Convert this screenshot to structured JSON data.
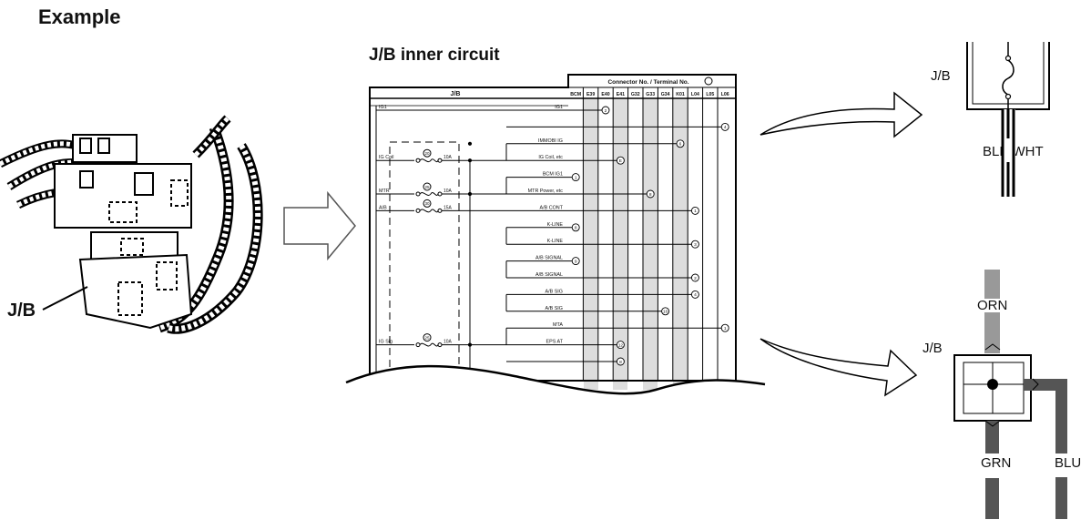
{
  "heading": "Example",
  "section_title": "J/B inner circuit",
  "jb_component_label": "J/B",
  "table": {
    "header_left": "J/B",
    "header_right": "Connector No. / Terminal No.",
    "columns": [
      "BCM",
      "E39",
      "E40",
      "E41",
      "G32",
      "G33",
      "G34",
      "K01",
      "L04",
      "L05",
      "L06"
    ],
    "rows": [
      {
        "left": "IG1",
        "right": "IG1",
        "terminal": "2"
      },
      {
        "left": "",
        "right": "",
        "terminal": "4"
      },
      {
        "left": "",
        "right": "IMMOBI IG",
        "terminal": "6"
      },
      {
        "left": "IG Coil",
        "fuse": "20",
        "amp": "10A",
        "right": "IG Coil, etc",
        "terminal": "E"
      },
      {
        "left": "",
        "right": "BCM IG1",
        "terminal": "1"
      },
      {
        "left": "MTR",
        "fuse": "25",
        "amp": "10A",
        "right": "MTR Power, etc",
        "terminal": "8"
      },
      {
        "left": "A/B",
        "fuse": "30",
        "amp": "15A",
        "right": "A/B CONT",
        "terminal": "1"
      },
      {
        "left": "",
        "right": "K-LINE",
        "terminal": "8"
      },
      {
        "left": "",
        "right": "K-LINE",
        "terminal": "3"
      },
      {
        "left": "",
        "right": "A/B SIGNAL",
        "terminal": "9"
      },
      {
        "left": "",
        "right": "A/B SIGNAL",
        "terminal": "2"
      },
      {
        "left": "",
        "right": "A/B SIG",
        "terminal": "4"
      },
      {
        "left": "",
        "right": "A/B SIG",
        "terminal": "10"
      },
      {
        "left": "",
        "right": "MTA",
        "terminal": "1"
      },
      {
        "left": "IG Sig",
        "fuse": "25",
        "amp": "10A",
        "right": "EPS AT",
        "terminal": "12"
      },
      {
        "left": "",
        "right": "",
        "terminal": "8"
      }
    ]
  },
  "fuse_detail": {
    "jb_label": "J/B",
    "wire_label": "BLK/WHT"
  },
  "splice_detail": {
    "jb_label": "J/B",
    "top_wire": "ORN",
    "bottom_wire": "GRN",
    "right_wire": "BLU"
  }
}
